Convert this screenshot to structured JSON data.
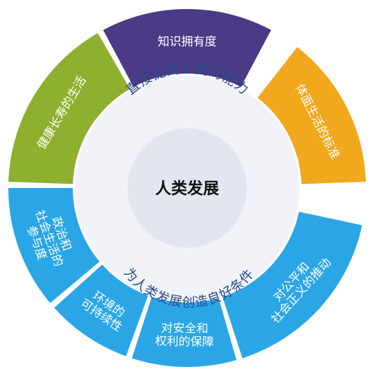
{
  "center": {
    "label": "人类发展"
  },
  "inner_ring": {
    "top_text": "直接提高人类的能力",
    "bottom_text": "为人类发展创造良好条件"
  },
  "segments": [
    {
      "id": "knowledge",
      "lines": [
        "知识拥有度"
      ],
      "color": "#4b3a86"
    },
    {
      "id": "living-standard",
      "lines": [
        "体面生活的标准"
      ],
      "color": "#f2a81d"
    },
    {
      "id": "justice",
      "lines": [
        "对公平和",
        "社会正义的推动"
      ],
      "color": "#2aa6e6"
    },
    {
      "id": "security",
      "lines": [
        "对安全和",
        "权利的保障"
      ],
      "color": "#2aa6e6"
    },
    {
      "id": "sustainability",
      "lines": [
        "环境的",
        "可持续性"
      ],
      "color": "#2aa6e6"
    },
    {
      "id": "participation",
      "lines": [
        "政治和",
        "社会生活的",
        "参与度"
      ],
      "color": "#2aa6e6"
    },
    {
      "id": "health",
      "lines": [
        "健康长寿的生活"
      ],
      "color": "#8fb02f"
    }
  ]
}
